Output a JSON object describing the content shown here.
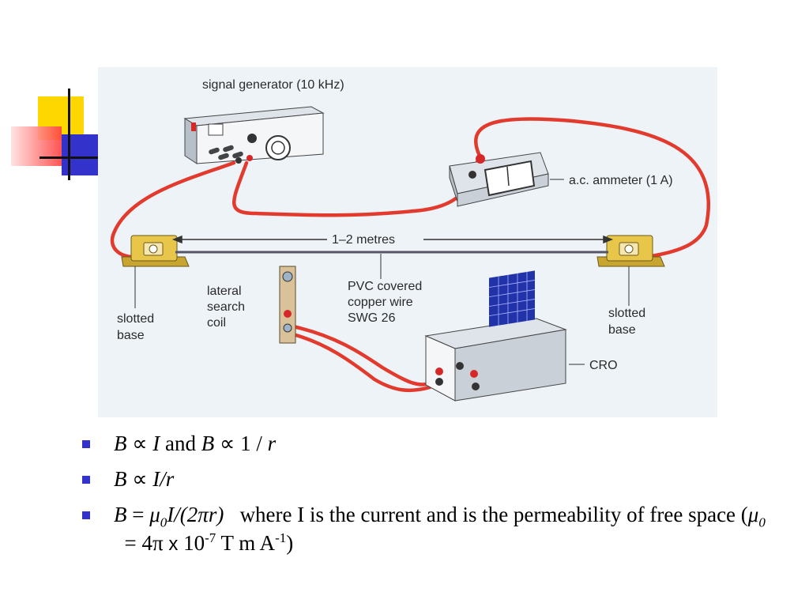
{
  "colors": {
    "bullet": "#3333cc",
    "deco_yellow": "#ffd700",
    "deco_blue": "#3333cc",
    "deco_red": "#ff4040",
    "wire": "#e23b2e",
    "diagram_bg": "#eef3f8"
  },
  "diagram": {
    "labels": {
      "signal_generator": "signal generator (10 kHz)",
      "ammeter": "a.c. ammeter (1 A)",
      "distance": "1–2 metres",
      "lateral_1": "lateral",
      "lateral_2": "search",
      "lateral_3": "coil",
      "pvc_1": "PVC covered",
      "pvc_2": "copper wire",
      "pvc_3": "SWG 26",
      "slotted_left_1": "slotted",
      "slotted_left_2": "base",
      "slotted_right_1": "slotted",
      "slotted_right_2": "base",
      "cro": "CRO"
    }
  },
  "bullets": {
    "b1": {
      "v1": "B",
      "sym1": " ∝ ",
      "v2": "I",
      "mid": " and ",
      "v3": "B",
      "sym2": " ∝ ",
      "tail": "1 / ",
      "v4": "r"
    },
    "b2": {
      "v1": "B",
      "sym1": " ∝ ",
      "v2": "I/r"
    },
    "b3": {
      "v1": "B",
      "eq": " = ",
      "mu": "μ",
      "mu_sub": "0",
      "expr1": "I/(2",
      "pi": "π",
      "expr2": "r)",
      "text1": "   where I is the current and is the permeability of free space (",
      "mu2": "μ",
      "mu2_sub": "0",
      "eq2": "  = 4π ",
      "times": "x",
      "ten": " 10",
      "exp1": "-7",
      "units": " T m A",
      "exp2": "-1",
      "close": ")"
    }
  }
}
